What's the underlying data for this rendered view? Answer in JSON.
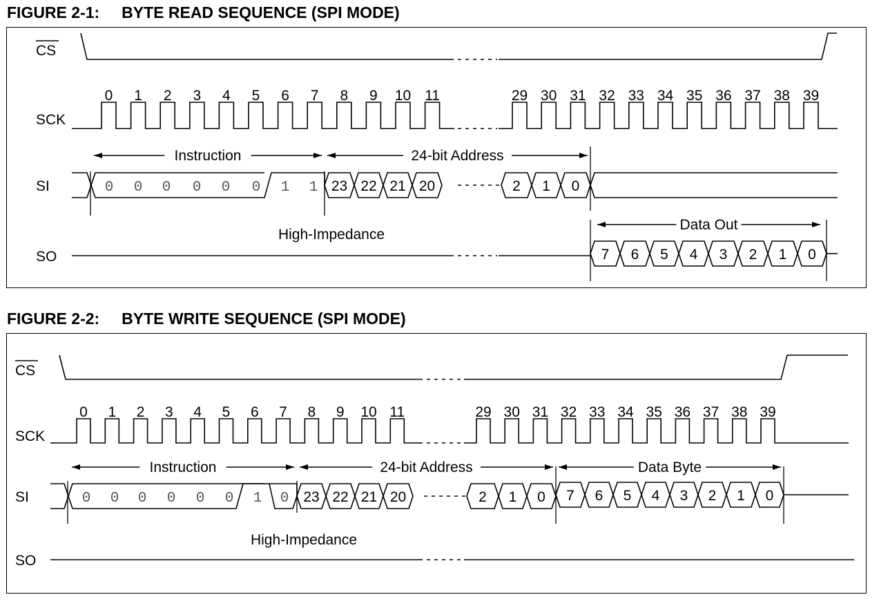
{
  "figure1": {
    "title_number": "FIGURE 2-1:",
    "title_text": "BYTE READ SEQUENCE (SPI MODE)",
    "signals": {
      "cs": "CS",
      "sck": "SCK",
      "si": "SI",
      "so": "SO"
    },
    "clock_numbers": [
      "0",
      "1",
      "2",
      "3",
      "4",
      "5",
      "6",
      "7",
      "8",
      "9",
      "10",
      "11",
      "29",
      "30",
      "31",
      "32",
      "33",
      "34",
      "35",
      "36",
      "37",
      "38",
      "39"
    ],
    "instruction_label": "Instruction",
    "address_label": "24-bit Address",
    "data_label": "Data Out",
    "high_impedance_label": "High-Impedance",
    "instruction_bits": [
      "0",
      "0",
      "0",
      "0",
      "0",
      "0",
      "1",
      "1"
    ],
    "address_bits_start": [
      "23",
      "22",
      "21",
      "20"
    ],
    "address_bits_end": [
      "2",
      "1",
      "0"
    ],
    "data_bits": [
      "7",
      "6",
      "5",
      "4",
      "3",
      "2",
      "1",
      "0"
    ]
  },
  "figure2": {
    "title_number": "FIGURE 2-2:",
    "title_text": "BYTE WRITE SEQUENCE (SPI MODE)",
    "signals": {
      "cs": "CS",
      "sck": "SCK",
      "si": "SI",
      "so": "SO"
    },
    "clock_numbers": [
      "0",
      "1",
      "2",
      "3",
      "4",
      "5",
      "6",
      "7",
      "8",
      "9",
      "10",
      "11",
      "29",
      "30",
      "31",
      "32",
      "33",
      "34",
      "35",
      "36",
      "37",
      "38",
      "39"
    ],
    "instruction_label": "Instruction",
    "address_label": "24-bit Address",
    "data_label": "Data Byte",
    "high_impedance_label": "High-Impedance",
    "instruction_bits": [
      "0",
      "0",
      "0",
      "0",
      "0",
      "0",
      "1",
      "0"
    ],
    "address_bits_start": [
      "23",
      "22",
      "21",
      "20"
    ],
    "address_bits_end": [
      "2",
      "1",
      "0"
    ],
    "data_bits": [
      "7",
      "6",
      "5",
      "4",
      "3",
      "2",
      "1",
      "0"
    ]
  }
}
